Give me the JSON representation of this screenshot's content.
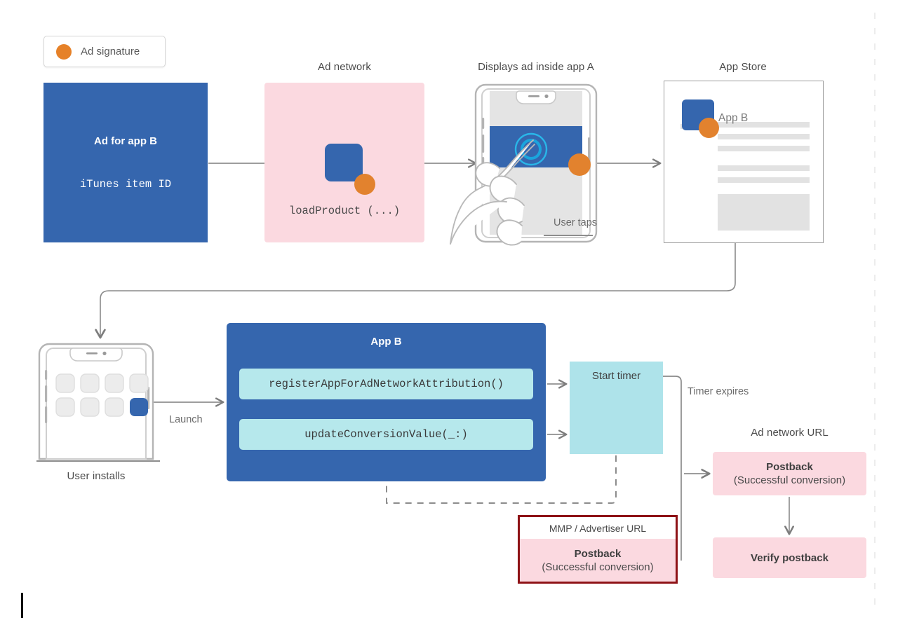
{
  "legend": {
    "label": "Ad signature",
    "dot_color": "#e68128"
  },
  "colors": {
    "blue": "#3566ae",
    "pink": "#fbd9e0",
    "cyan": "#b6e8ec",
    "cyan_dark": "#aee3ea",
    "orange": "#e2822e",
    "red_border": "#8e1216",
    "gray_line": "#8a8a8a",
    "gray_text": "#4b4b4b"
  },
  "row1": {
    "ad_box": {
      "title": "Ad for app B",
      "subtitle": "iTunes item ID"
    },
    "ad_network": {
      "caption": "Ad network",
      "code": "loadProduct (...)"
    },
    "app_a": {
      "caption": "Displays ad inside app A",
      "action_label": "User taps"
    },
    "app_store": {
      "caption": "App Store",
      "app_name": "App B"
    }
  },
  "row2": {
    "user_phone": {
      "caption": "User installs"
    },
    "launch_label": "Launch",
    "app_b": {
      "title": "App B",
      "api_calls": [
        "registerAppForAdNetworkAttribution()",
        "updateConversionValue(_:)"
      ]
    },
    "timer": {
      "title": "Start timer",
      "expires_label": "Timer expires"
    },
    "ad_network_url": {
      "caption": "Ad network URL",
      "postback_title": "Postback",
      "postback_subtitle": "(Successful conversion)",
      "verify_label": "Verify postback"
    },
    "mmp": {
      "header": "MMP / Advertiser URL",
      "postback_title": "Postback",
      "postback_subtitle": "(Successful conversion)"
    }
  }
}
